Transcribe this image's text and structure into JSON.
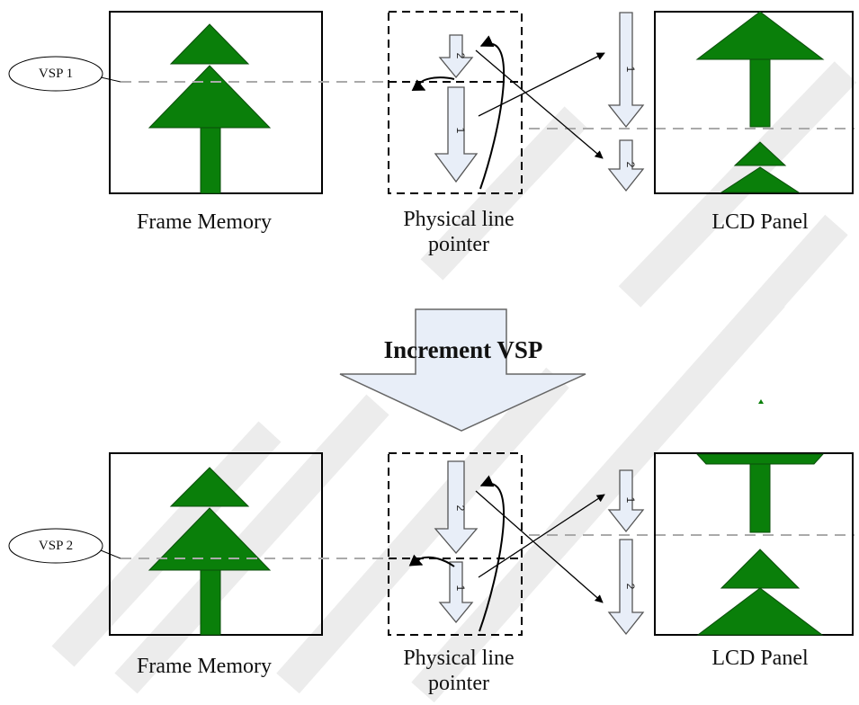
{
  "colors": {
    "tree": "#0a7f0a",
    "tree_stroke": "#0b4d0b",
    "arrow_fill": "#e8eef8",
    "arrow_stroke": "#555555",
    "dashed_line": "#aaaaaa",
    "watermark": "#e6e6e6"
  },
  "top": {
    "vsp_label": "VSP 1",
    "frame_memory_label": "Frame Memory",
    "pointer_label": "Physical line\npointer",
    "lcd_label": "LCD Panel",
    "pointer_arrow_labels": [
      "2",
      "1"
    ],
    "lcd_arrow_labels": [
      "1",
      "2"
    ]
  },
  "middle": {
    "label": "Increment VSP"
  },
  "bottom": {
    "vsp_label": "VSP 2",
    "frame_memory_label": "Frame Memory",
    "pointer_label": "Physical line\npointer",
    "lcd_label": "LCD Panel",
    "pointer_arrow_labels": [
      "2",
      "1"
    ],
    "lcd_arrow_labels": [
      "1",
      "2"
    ]
  }
}
